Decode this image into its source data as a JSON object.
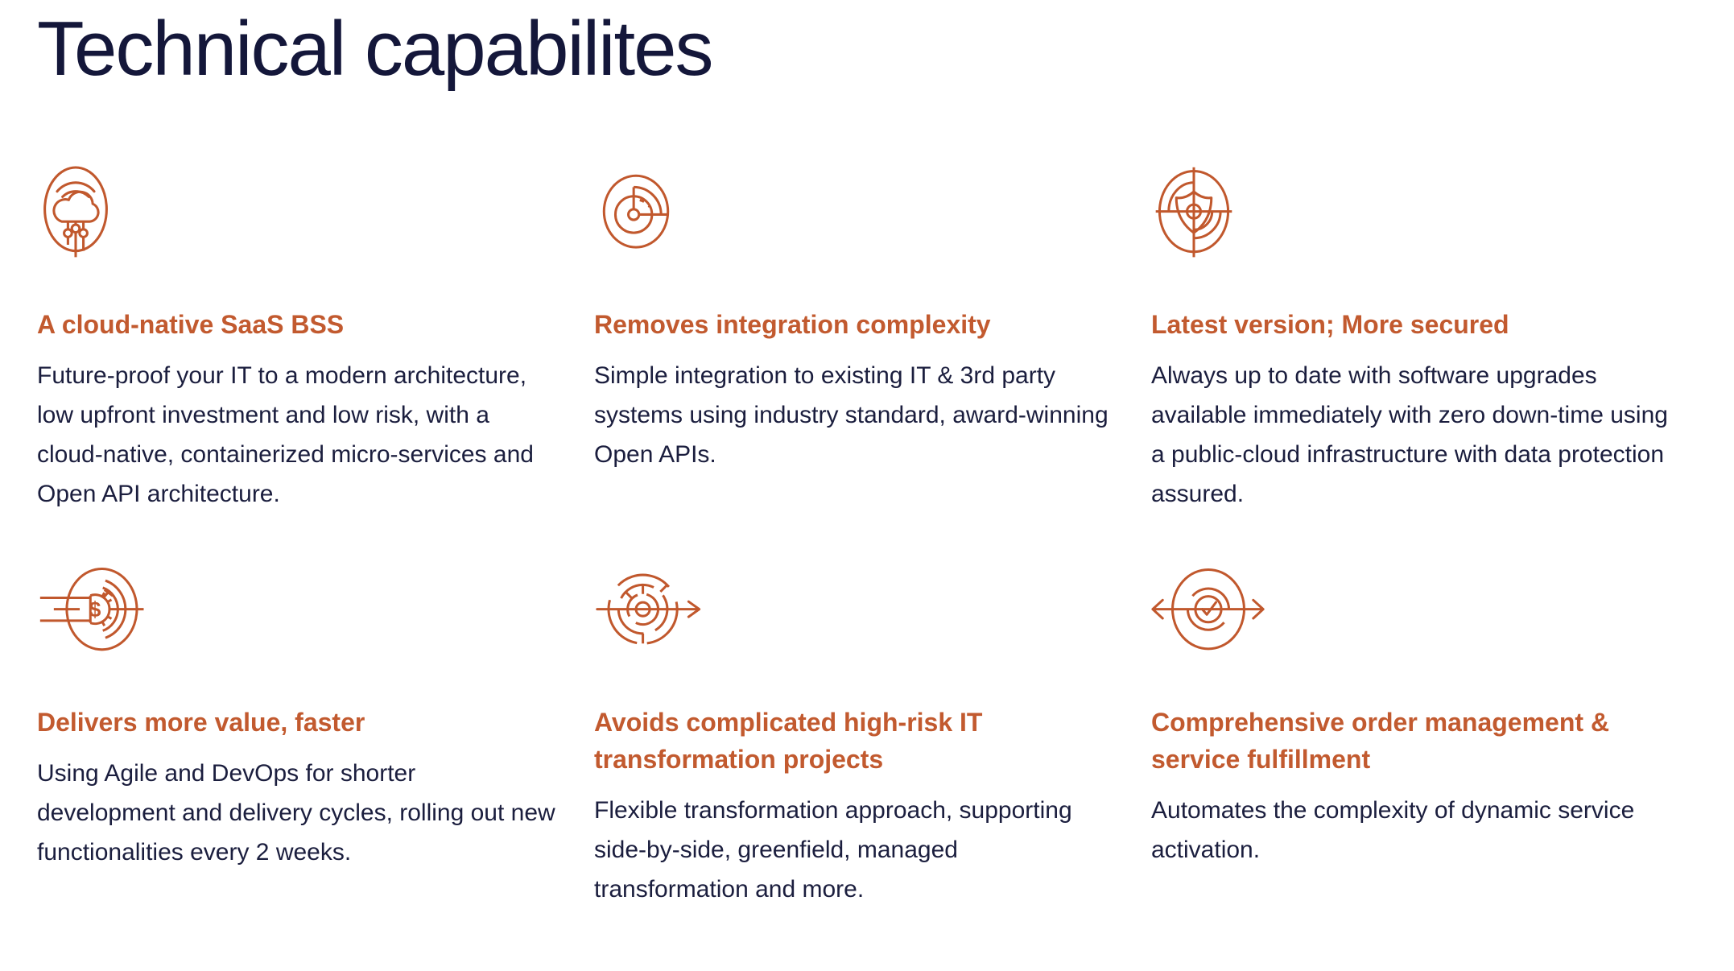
{
  "page": {
    "title": "Technical capabilites",
    "background_color": "#ffffff",
    "accent_color": "#c25a2f",
    "text_color": "#1b1e3e",
    "title_color": "#14173a"
  },
  "cards": [
    {
      "icon": "cloud-native-icon",
      "title": "A cloud-native SaaS BSS",
      "body": "Future-proof your IT to a modern architecture, low upfront investment and low risk, with a cloud-native, containerized micro-services and Open API architecture."
    },
    {
      "icon": "integration-radar-icon",
      "title": "Removes integration complexity",
      "body": "Simple integration to existing IT & 3rd party systems using industry standard, award-winning Open APIs."
    },
    {
      "icon": "shield-target-icon",
      "title": "Latest version; More secured",
      "body": "Always up to date with software upgrades available immediately with zero down-time using a public-cloud infrastructure with data protection assured."
    },
    {
      "icon": "speed-value-icon",
      "title": "Delivers more value, faster",
      "body": "Using Agile and DevOps for shorter development and delivery cycles, rolling out new functionalities every 2 weeks."
    },
    {
      "icon": "maze-arrow-icon",
      "title": "Avoids complicated high-risk IT transformation projects",
      "body": "Flexible transformation approach, supporting side-by-side, greenfield, managed transformation and more."
    },
    {
      "icon": "order-fulfillment-icon",
      "title": "Comprehensive order management & service fulfillment",
      "body": "Automates the complexity of dynamic service activation."
    }
  ]
}
